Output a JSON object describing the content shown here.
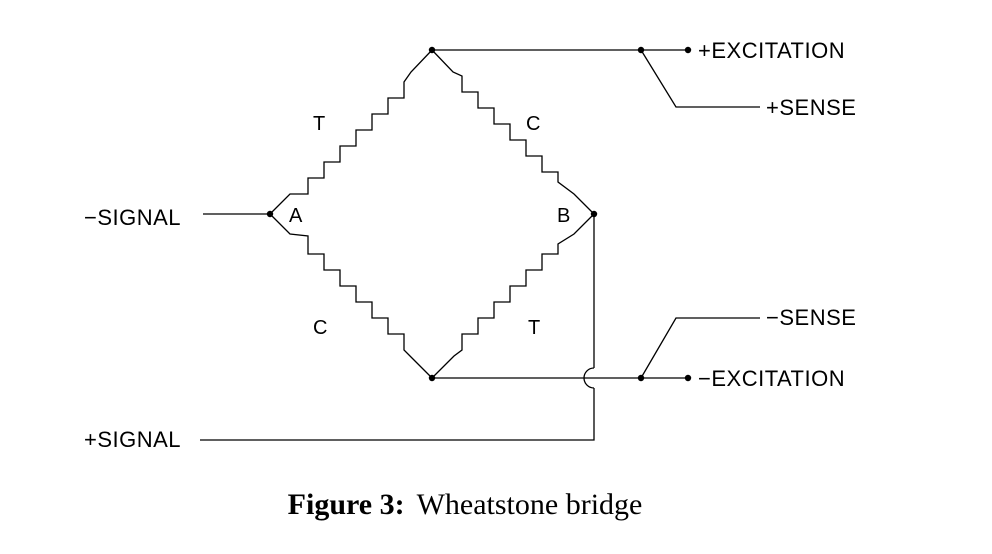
{
  "terminals": {
    "neg_signal": "−SIGNAL",
    "pos_signal": "+SIGNAL",
    "pos_excitation": "+EXCITATION",
    "pos_sense": "+SENSE",
    "neg_sense": "−SENSE",
    "neg_excitation": "−EXCITATION"
  },
  "nodes": {
    "a": "A",
    "b": "B"
  },
  "gauges": {
    "upper_left": "T",
    "upper_right": "C",
    "lower_left": "C",
    "lower_right": "T"
  },
  "caption": {
    "number": "Figure 3:",
    "title": "Wheatstone bridge"
  }
}
